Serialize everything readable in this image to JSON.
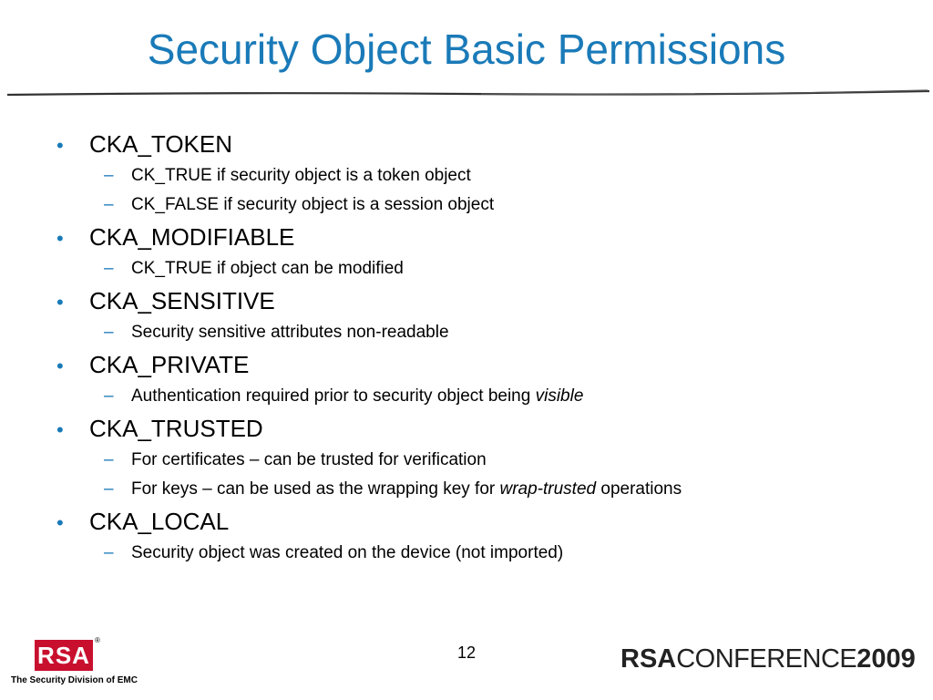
{
  "slide": {
    "title": "Security Object Basic Permissions",
    "page_number": "12"
  },
  "items": [
    {
      "label": "CKA_TOKEN",
      "subs": [
        [
          "CK_TRUE if security object is a token object"
        ],
        [
          "CK_FALSE if security object is a session object"
        ]
      ]
    },
    {
      "label": "CKA_MODIFIABLE",
      "subs": [
        [
          "CK_TRUE if object can be modified"
        ]
      ]
    },
    {
      "label": "CKA_SENSITIVE",
      "subs": [
        [
          "Security sensitive attributes non-readable"
        ]
      ]
    },
    {
      "label": "CKA_PRIVATE",
      "subs": [
        [
          "Authentication required prior to security object being ",
          "visible"
        ]
      ]
    },
    {
      "label": "CKA_TRUSTED",
      "subs": [
        [
          "For certificates – can be trusted for verification"
        ],
        [
          "For keys – can be used as the wrapping key for ",
          "wrap-trusted",
          " operations"
        ]
      ]
    },
    {
      "label": "CKA_LOCAL",
      "subs": [
        [
          "Security object was created on the device (not imported)"
        ]
      ]
    }
  ],
  "footer": {
    "logo_text": "RSA",
    "logo_mark": "®",
    "tagline": "The Security Division of EMC",
    "conference_rsa": "RSA",
    "conference_word": "CONFERENCE",
    "conference_year": "2009"
  },
  "colors": {
    "title": "#1a7ab8",
    "bullet": "#1a7ab8",
    "logo_red": "#c8102e"
  }
}
